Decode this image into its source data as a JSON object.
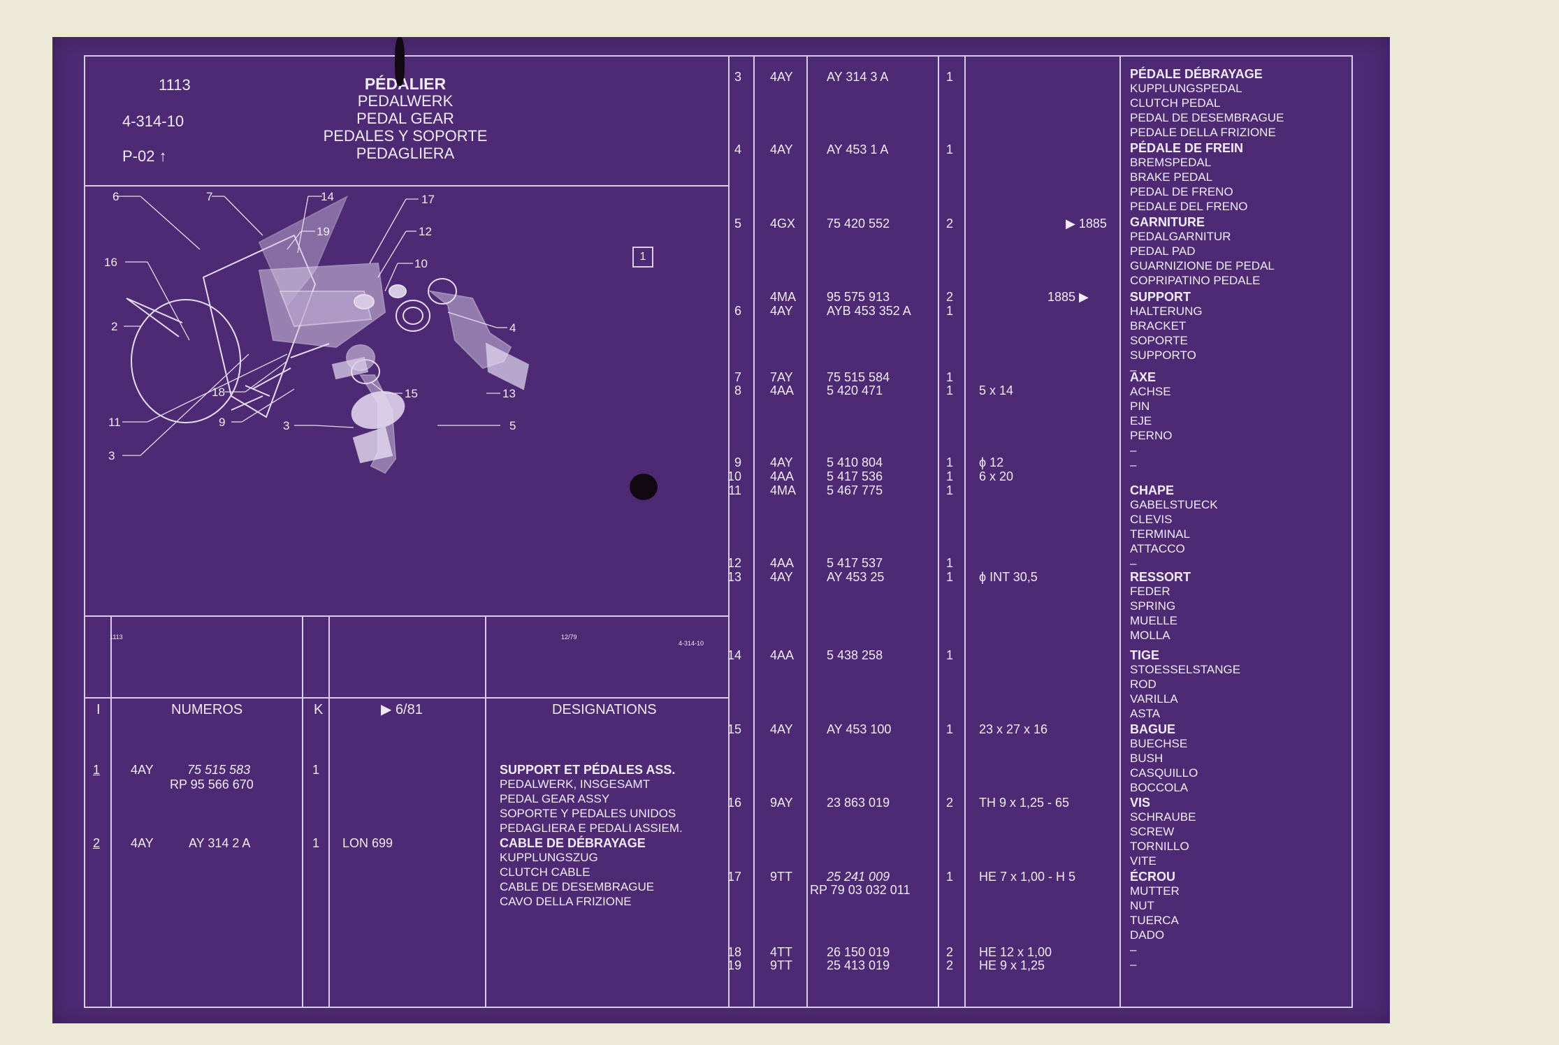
{
  "header": {
    "code": "1113",
    "ref": "4-314-10",
    "page": "P-02",
    "arrow": "↑",
    "title": "PÉDALIER",
    "titles": [
      "PEDALWERK",
      "PEDAL GEAR",
      "PEDALES Y SOPORTE",
      "PEDAGLIERA"
    ]
  },
  "diagram": {
    "callouts": [
      "6",
      "7",
      "14",
      "17",
      "19",
      "12",
      "10",
      "16",
      "2",
      "4",
      "18",
      "15",
      "13",
      "11",
      "9",
      "3",
      "5"
    ],
    "box_label": "1",
    "footer_left": "1113",
    "footer_mid": "12/79",
    "footer_right": "4-314-10"
  },
  "table_head": {
    "index": "I",
    "numeros": "NUMEROS",
    "k": "K",
    "date": "▶ 6/81",
    "designations": "DESIGNATIONS"
  },
  "left_rows": [
    {
      "idx": "1",
      "grp": "4AY",
      "nums": [
        "75  515  583",
        "RP 95  566  670"
      ],
      "k": "1",
      "note": "",
      "desc": [
        "SUPPORT ET PÉDALES ASS.",
        "PEDALWERK, INSGESAMT",
        "PEDAL GEAR ASSY",
        "SOPORTE Y PEDALES UNIDOS",
        "PEDAGLIERA E PEDALI ASSIEM."
      ]
    },
    {
      "idx": "2",
      "grp": "4AY",
      "nums": [
        "AY  314     2  A"
      ],
      "k": "1",
      "note": "LON 699",
      "desc": [
        "CABLE DE DÉBRAYAGE",
        "KUPPLUNGSZUG",
        "CLUTCH CABLE",
        "CABLE DE DESEMBRAGUE",
        "CAVO DELLA FRIZIONE"
      ]
    }
  ],
  "right_rows": [
    {
      "idx": "3",
      "grp": "4AY",
      "num": "AY  314     3  A",
      "k": "1",
      "note": "",
      "flag": ""
    },
    {
      "idx": "4",
      "grp": "4AY",
      "num": "AY  453     1  A",
      "k": "1",
      "note": "",
      "flag": ""
    },
    {
      "idx": "5",
      "grp": "4GX",
      "num": "75  420  552",
      "k": "2",
      "note": "",
      "flag": "▶ 1885"
    },
    {
      "idx": "",
      "grp": "4MA",
      "num": "95  575  913",
      "k": "2",
      "note": "",
      "flag": "1885 ▶"
    },
    {
      "idx": "6",
      "grp": "4AY",
      "num": "AYB  453  352  A",
      "k": "1",
      "note": "",
      "flag": ""
    },
    {
      "idx": "7",
      "grp": "7AY",
      "num": "75  515  584",
      "k": "1",
      "note": "",
      "flag": ""
    },
    {
      "idx": "8",
      "grp": "4AA",
      "num": "5  420  471",
      "k": "1",
      "note": "5 x 14",
      "flag": ""
    },
    {
      "idx": "9",
      "grp": "4AY",
      "num": "5 410  804",
      "k": "1",
      "note": "ϕ 12",
      "flag": ""
    },
    {
      "idx": "10",
      "grp": "4AA",
      "num": "5  417  536",
      "k": "1",
      "note": "6 x 20",
      "flag": ""
    },
    {
      "idx": "11",
      "grp": "4MA",
      "num": "5  467  775",
      "k": "1",
      "note": "",
      "flag": ""
    },
    {
      "idx": "12",
      "grp": "4AA",
      "num": "5  417  537",
      "k": "1",
      "note": "",
      "flag": ""
    },
    {
      "idx": "13",
      "grp": "4AY",
      "num": "AY  453    25",
      "k": "1",
      "note": "ϕ INT 30,5",
      "flag": ""
    },
    {
      "idx": "14",
      "grp": "4AA",
      "num": "5  438  258",
      "k": "1",
      "note": "",
      "flag": ""
    },
    {
      "idx": "15",
      "grp": "4AY",
      "num": "AY  453  100",
      "k": "1",
      "note": "23 x 27 x 16",
      "flag": ""
    },
    {
      "idx": "16",
      "grp": "9AY",
      "num": "23  863  019",
      "k": "2",
      "note": "TH 9 x 1,25 - 65",
      "flag": ""
    },
    {
      "idx": "17",
      "grp": "9TT",
      "num": "25  241  009",
      "num2": "RP 79  03  032  011",
      "k": "1",
      "note": "HE 7 x 1,00 - H 5",
      "flag": ""
    },
    {
      "idx": "18",
      "grp": "4TT",
      "num": "26  150  019",
      "k": "2",
      "note": "HE 12 x 1,00",
      "flag": ""
    },
    {
      "idx": "19",
      "grp": "9TT",
      "num": "25  413  019",
      "k": "2",
      "note": "HE   9 x 1,25",
      "flag": ""
    }
  ],
  "designations": [
    [
      "PÉDALE DÉBRAYAGE",
      "KUPPLUNGSPEDAL",
      "CLUTCH PEDAL",
      "PEDAL DE DESEMBRAGUE",
      "PEDALE DELLA FRIZIONE"
    ],
    [
      "PÉDALE DE FREIN",
      "BREMSPEDAL",
      "BRAKE PEDAL",
      "PEDAL DE FRENO",
      "PEDALE DEL FRENO"
    ],
    [
      "GARNITURE",
      "PEDALGARNITUR",
      "PEDAL PAD",
      "GUARNIZIONE DE PEDAL",
      "COPRIPATINO PEDALE",
      "–"
    ],
    [
      "SUPPORT",
      "HALTERUNG",
      "BRACKET",
      "SOPORTE",
      "SUPPORTO",
      "–"
    ],
    [
      "AXE",
      "ACHSE",
      "PIN",
      "EJE",
      "PERNO",
      "–",
      "–"
    ],
    [
      "CHAPE",
      "GABELSTUECK",
      "CLEVIS",
      "TERMINAL",
      "ATTACCO",
      "–"
    ],
    [
      "RESSORT",
      "FEDER",
      "SPRING",
      "MUELLE",
      "MOLLA"
    ],
    [
      "TIGE",
      "STOESSELSTANGE",
      "ROD",
      "VARILLA",
      "ASTA"
    ],
    [
      "BAGUE",
      "BUECHSE",
      "BUSH",
      "CASQUILLO",
      "BOCCOLA"
    ],
    [
      "VIS",
      "SCHRAUBE",
      "SCREW",
      "TORNILLO",
      "VITE"
    ],
    [
      "ÉCROU",
      "MUTTER",
      "NUT",
      "TUERCA",
      "DADO",
      "–",
      "–"
    ]
  ]
}
